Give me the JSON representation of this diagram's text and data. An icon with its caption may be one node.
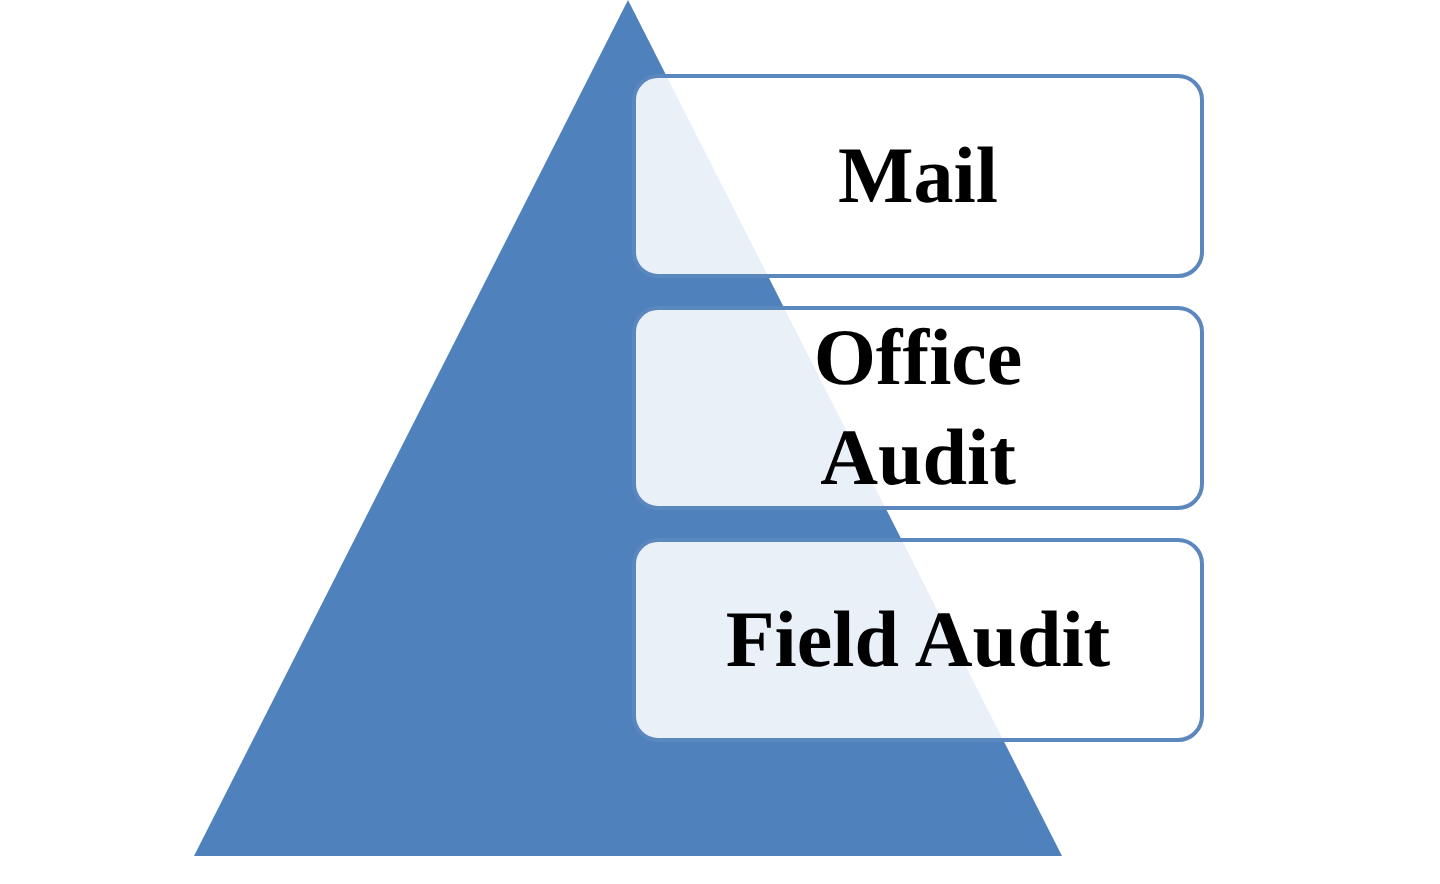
{
  "diagram": {
    "nodes": [
      {
        "text": [
          "Mail"
        ]
      },
      {
        "text": [
          "Office Audit"
        ]
      },
      {
        "text": [
          "Field Audit"
        ]
      }
    ]
  }
}
